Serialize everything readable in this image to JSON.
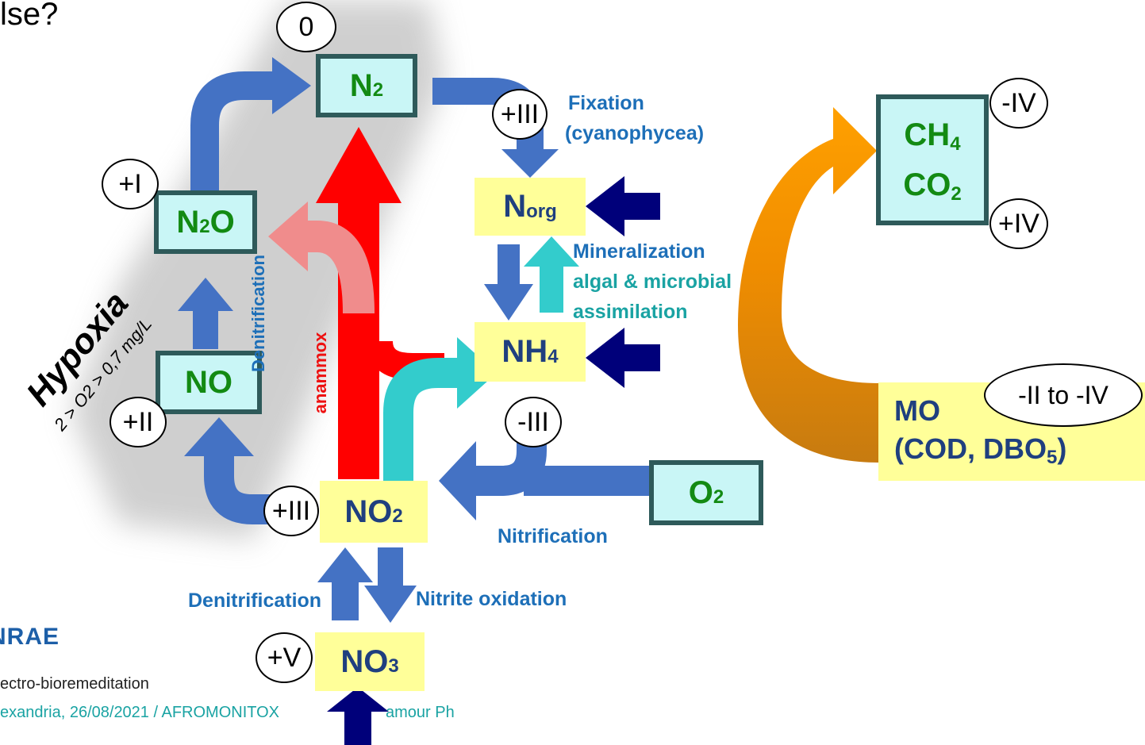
{
  "header": {
    "title_fragment": "lse?"
  },
  "boxes": {
    "n2": {
      "base": "N",
      "sub": "2"
    },
    "n2o": {
      "base": "N",
      "sub": "2",
      "tail": "O"
    },
    "no": {
      "base": "NO"
    },
    "norg": {
      "base": "N",
      "sub": "org"
    },
    "nh4": {
      "base": "NH",
      "sub": "4"
    },
    "no2": {
      "base": "NO",
      "sub": "2"
    },
    "no3": {
      "base": "NO",
      "sub": "3"
    },
    "o2": {
      "base": "O",
      "sub": "2"
    },
    "ch4": {
      "base": "CH",
      "sub": "4"
    },
    "co2": {
      "base": "CO",
      "sub": "2"
    },
    "mo": {
      "line1": "MO",
      "line2_pre": "(COD, DBO",
      "line2_sub": "5",
      "line2_post": ")"
    }
  },
  "oxidation_states": {
    "zero": "0",
    "plus_three_top": "+III",
    "plus_one": "+I",
    "plus_two": "+II",
    "plus_three": "+III",
    "minus_three": "-III",
    "plus_five": "+V",
    "minus_four": "-IV",
    "plus_four": "+IV",
    "mo_range": "-II to -IV"
  },
  "labels": {
    "fixation": "Fixation",
    "cyanophycea": "(cyanophycea)",
    "mineralization": "Mineralization",
    "algal_microbial": "algal & microbial",
    "assimilation": "assimilation",
    "nitrification": "Nitrification",
    "denitrification_bottom": "Denitrification",
    "nitrite_oxidation": "Nitrite oxidation",
    "denitrification_vertical": "Denitrification",
    "anammox": "anammox",
    "hypoxia": "Hypoxia",
    "hypoxia_condition": "2 > O2 > 0,7 mg/L"
  },
  "footer": {
    "logo": "NRAE",
    "line1": "ectro-bioremeditation",
    "line2": "exandria, 26/08/2021 / AFROMONITOX",
    "line2_tail": "amour Ph"
  },
  "colors": {
    "blue_arrow": "#4472c4",
    "cyan_arrow": "#33cccc",
    "red_arrow": "#ff0000",
    "pink_arrow": "#f08c8c",
    "navy_arrow": "#00007a",
    "orange_arrow": "#ff9900",
    "teal_box_fill": "#c9f6f6",
    "yellow_box_fill": "#ffff99"
  }
}
